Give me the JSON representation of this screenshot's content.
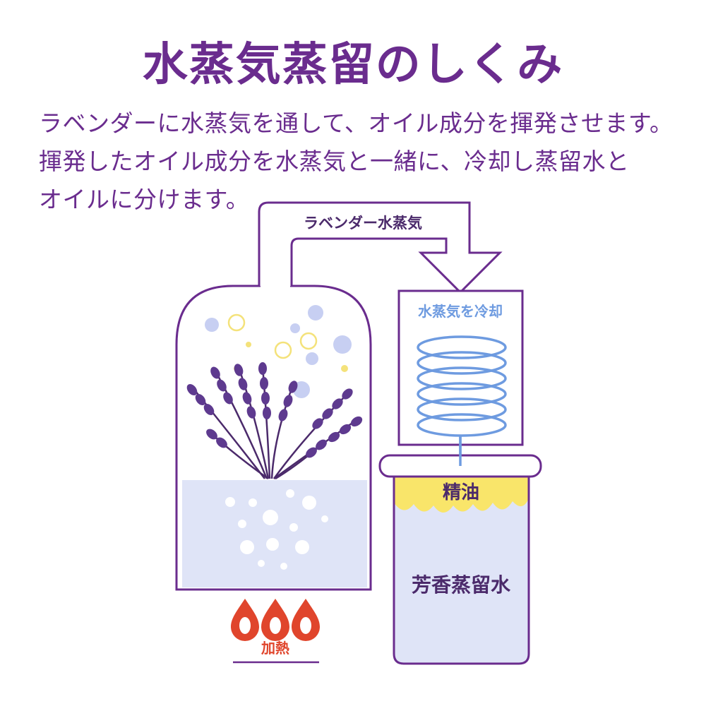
{
  "title": "水蒸気蒸留のしくみ",
  "description": [
    "ラベンダーに水蒸気を通して、オイル成分を揮発させます。",
    "揮発したオイル成分を水蒸気と一緒に、冷却し蒸留水と",
    "オイルに分けます。"
  ],
  "diagram": {
    "steam_label": "ラベンダー水蒸気",
    "cooling_label": "水蒸気を冷却",
    "oil_label": "精油",
    "water_label": "芳香蒸留水",
    "heat_label": "加熱"
  },
  "colors": {
    "purple": "#6a2c8e",
    "water": "#dfe4f7",
    "yellow": "#f9e56a",
    "flame": "#e0452c",
    "coil": "#6e9be0"
  }
}
